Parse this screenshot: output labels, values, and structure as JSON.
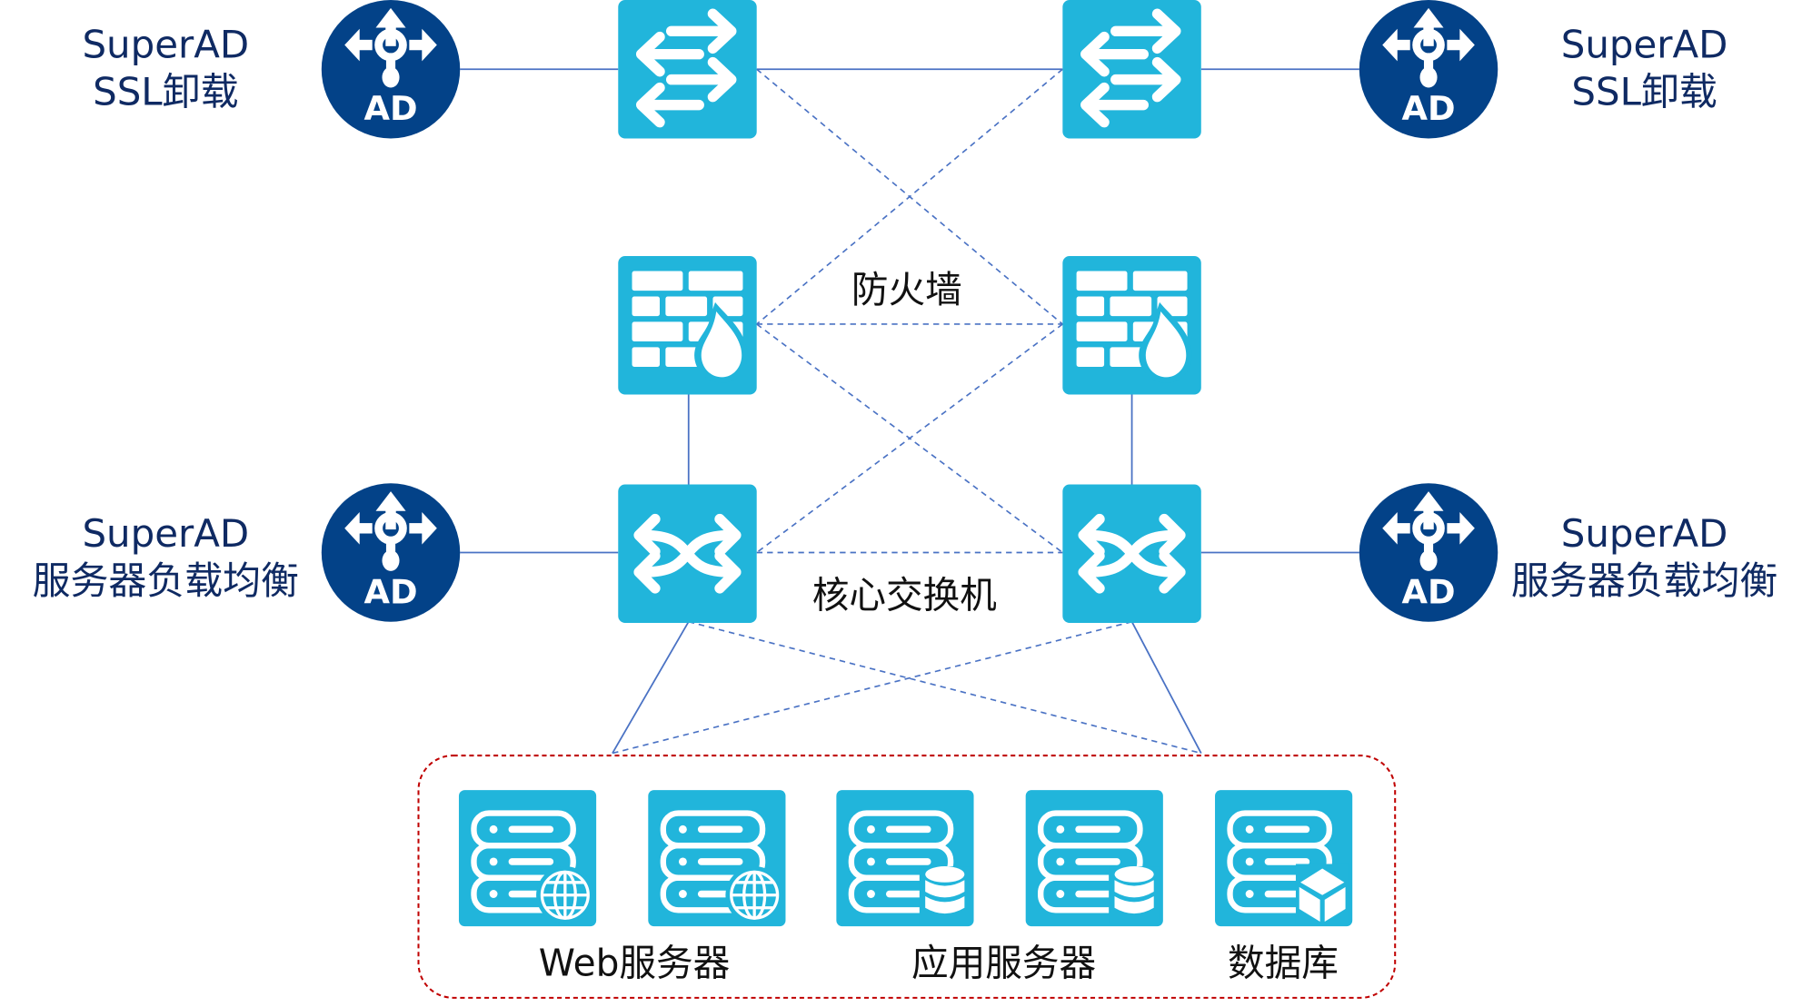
{
  "diagram": {
    "colors": {
      "device_fill": "#21b5db",
      "ad_fill": "#034288",
      "link": "#4a72c4",
      "group_border": "#c00000",
      "label_blue": "#0f2a63",
      "label_black": "#111111"
    },
    "ad_nodes": [
      {
        "id": "ad-ssl-left",
        "line1": "SuperAD",
        "line2": "SSL卸载",
        "badge": "AD",
        "icon": "ad-load-balancer-icon"
      },
      {
        "id": "ad-ssl-right",
        "line1": "SuperAD",
        "line2": "SSL卸载",
        "badge": "AD",
        "icon": "ad-load-balancer-icon"
      },
      {
        "id": "ad-slb-left",
        "line1": "SuperAD",
        "line2": "服务器负载均衡",
        "badge": "AD",
        "icon": "ad-load-balancer-icon"
      },
      {
        "id": "ad-slb-right",
        "line1": "SuperAD",
        "line2": "服务器负载均衡",
        "badge": "AD",
        "icon": "ad-load-balancer-icon"
      }
    ],
    "tiers": {
      "access_switches": {
        "icon": "switch-arrows-icon",
        "count": 2
      },
      "firewalls": {
        "label": "防火墙",
        "icon": "firewall-icon",
        "count": 2
      },
      "core_switches": {
        "label": "核心交换机",
        "icon": "core-switch-icon",
        "count": 2
      }
    },
    "server_group": {
      "servers": [
        {
          "type": "web",
          "icon": "web-server-globe-icon"
        },
        {
          "type": "web",
          "icon": "web-server-globe-icon"
        },
        {
          "type": "app",
          "icon": "app-server-database-icon"
        },
        {
          "type": "app",
          "icon": "app-server-database-icon"
        },
        {
          "type": "db",
          "icon": "database-server-cube-icon"
        }
      ],
      "labels": {
        "web": "Web服务器",
        "app": "应用服务器",
        "db": "数据库"
      }
    }
  }
}
